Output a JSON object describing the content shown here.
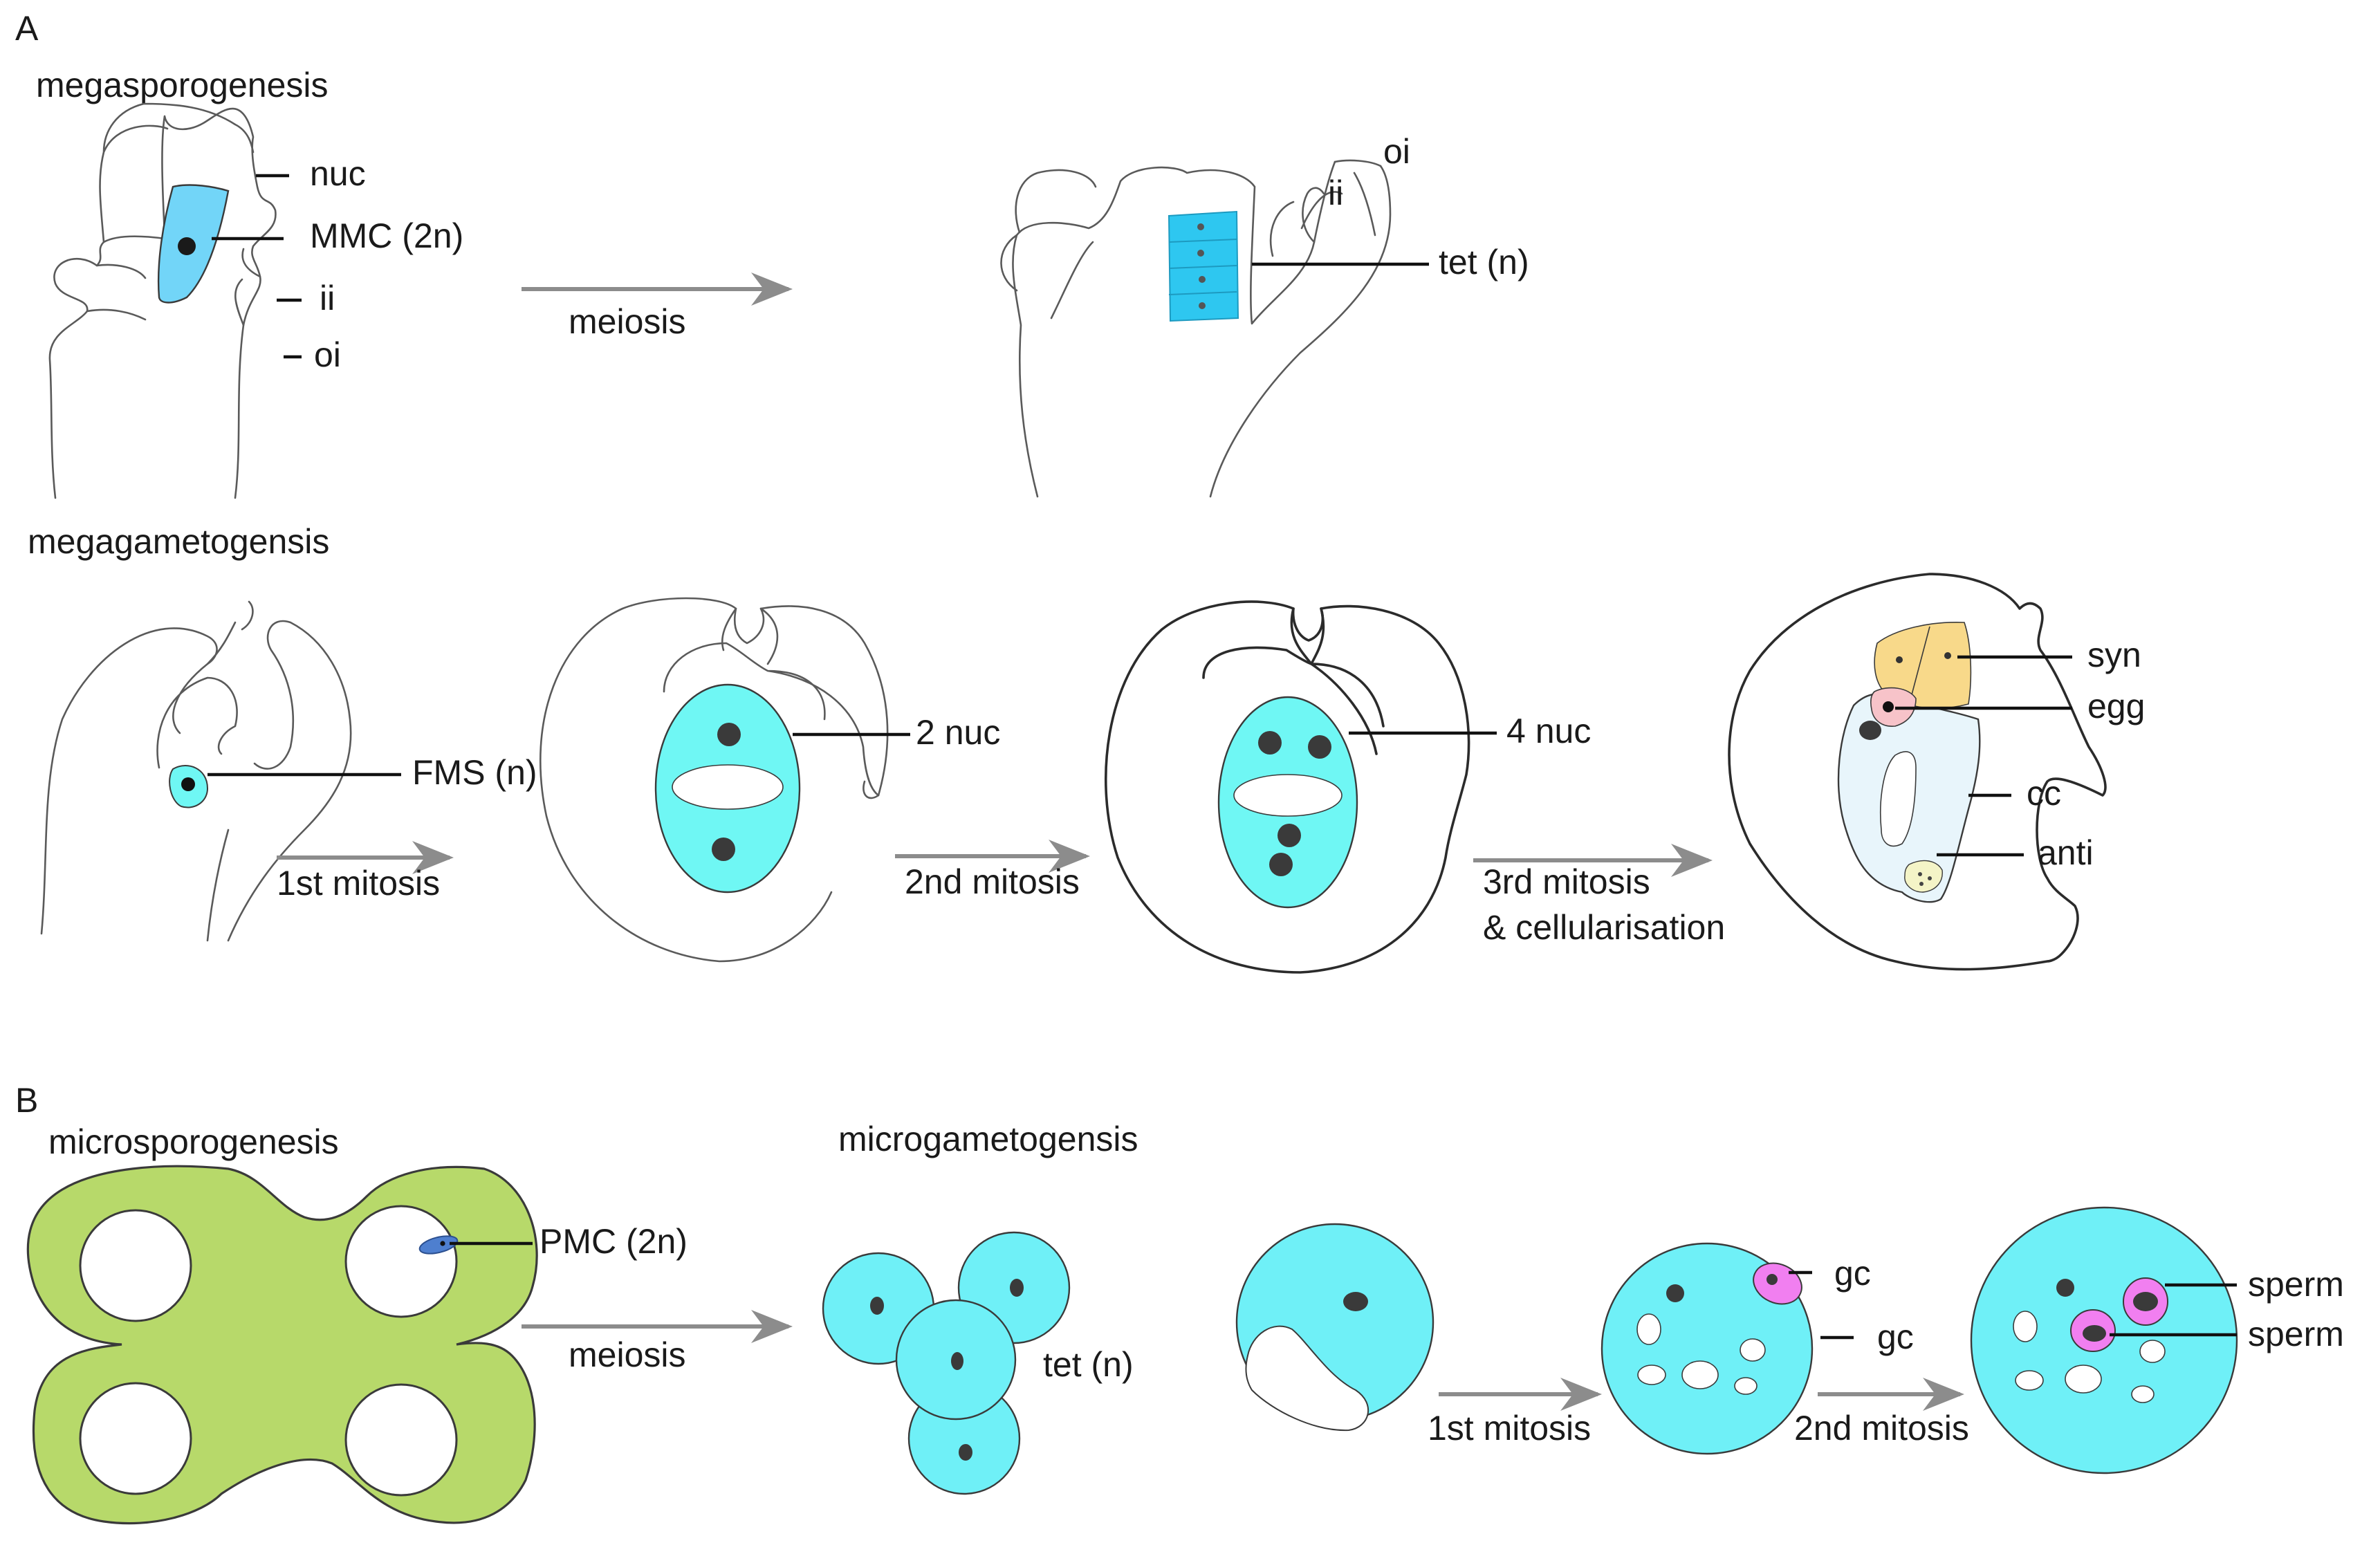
{
  "colors": {
    "cyan_cell": "#6ff7f4",
    "mmc_blue": "#72d5f8",
    "tetrad_blue": "#2ec7f0",
    "pollen_cyan": "#6ff0f7",
    "anther_green": "#b7d96a",
    "pmc_blue": "#4e7fcf",
    "synergid_yellow": "#f8d98a",
    "egg_pink": "#f7c3c9",
    "central_cell": "#e8f5fb",
    "antipodal": "#f4f4c7",
    "generative_magenta": "#f17ff0",
    "nucleus": "#3a3a3a",
    "arrow_gray": "#8c8c8c"
  },
  "panel_a": {
    "letter": "A",
    "megasporogenesis": {
      "title": "megasporogenesis",
      "labels": {
        "nuc": "nuc",
        "mmc": "MMC (2n)",
        "ii": "ii",
        "oi": "oi"
      },
      "arrow_label": "meiosis",
      "tetrad": {
        "tet": "tet (n)",
        "ii": "ii",
        "oi": "oi"
      }
    },
    "megagametogenesis": {
      "title": "megagametogensis",
      "fms": "FMS (n)",
      "arrow1": "1st mitosis",
      "two_nuc": "2 nuc",
      "arrow2": "2nd mitosis",
      "four_nuc": "4 nuc",
      "arrow3_line1": "3rd mitosis",
      "arrow3_line2": "& cellularisation",
      "mature": {
        "syn": "syn",
        "egg": "egg",
        "cc": "cc",
        "anti": "anti"
      }
    }
  },
  "panel_b": {
    "letter": "B",
    "microsporogenesis": {
      "title": "microsporogenesis",
      "pmc": "PMC (2n)",
      "arrow_label": "meiosis"
    },
    "microgametogenesis": {
      "title": "microgametogensis",
      "tet": "tet (n)",
      "arrow1": "1st mitosis",
      "gc_1": "gc",
      "gc_2": "gc",
      "arrow2": "2nd mitosis",
      "sperm_1": "sperm",
      "sperm_2": "sperm"
    }
  }
}
